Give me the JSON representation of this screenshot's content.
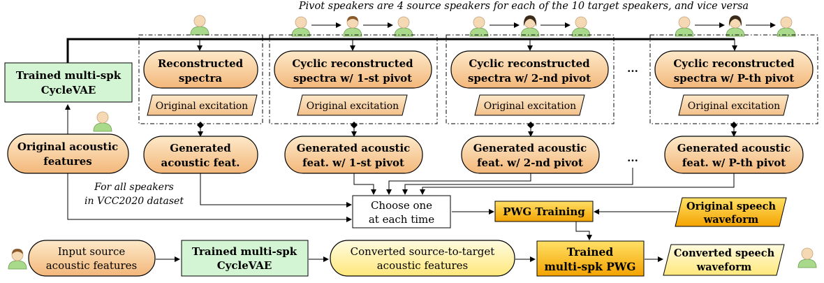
{
  "caption": "Pivot speakers are 4 source speakers for each of the 10 target speakers, and vice versa",
  "nodes": {
    "trained_cyclevae": [
      "Trained multi-spk",
      "CycleVAE"
    ],
    "original_acoustic": [
      "Original acoustic",
      "features"
    ],
    "reconstructed_spectra": [
      "Reconstructed",
      "spectra"
    ],
    "cyclic_1": [
      "Cyclic reconstructed",
      "spectra w/ 1-st pivot"
    ],
    "cyclic_2": [
      "Cyclic reconstructed",
      "spectra w/ 2-nd pivot"
    ],
    "cyclic_p": [
      "Cyclic reconstructed",
      "spectra w/ P-th pivot"
    ],
    "excitation": "Original excitation",
    "generated": [
      "Generated",
      "acoustic feat."
    ],
    "generated_1": [
      "Generated acoustic",
      "feat. w/ 1-st pivot"
    ],
    "generated_2": [
      "Generated acoustic",
      "feat. w/ 2-nd pivot"
    ],
    "generated_p": [
      "Generated acoustic",
      "feat. w/ P-th pivot"
    ],
    "ellipsis": "...",
    "all_speakers_note": [
      "For all speakers",
      "in VCC2020 dataset"
    ],
    "choose_one": [
      "Choose one",
      "at each time"
    ],
    "pwg_training": "PWG Training",
    "original_speech": [
      "Original speech",
      "waveform"
    ],
    "input_source": [
      "Input source",
      "acoustic features"
    ],
    "trained_cyclevae_2": [
      "Trained multi-spk",
      "CycleVAE"
    ],
    "converted_features": [
      "Converted source-to-target",
      "acoustic features"
    ],
    "trained_pwg": [
      "Trained",
      "multi-spk PWG"
    ],
    "converted_speech": [
      "Converted speech",
      "waveform"
    ]
  },
  "colors": {
    "peach_light": "#fde9c9",
    "peach_dark": "#f3b77a",
    "yellow_light": "#fffbe0",
    "yellow_dark": "#ffe87a",
    "green_fill": "#d3f5d3",
    "gold_light": "#ffe066",
    "gold_dark": "#f4a300",
    "skin": "#f5d9b5",
    "body_green": "#a9d98a",
    "hair_dark": "#3a2a1a",
    "hair_brown": "#8a5a2b"
  },
  "icons": [
    "speaker-icon",
    "speaker-icon-with-hair"
  ]
}
